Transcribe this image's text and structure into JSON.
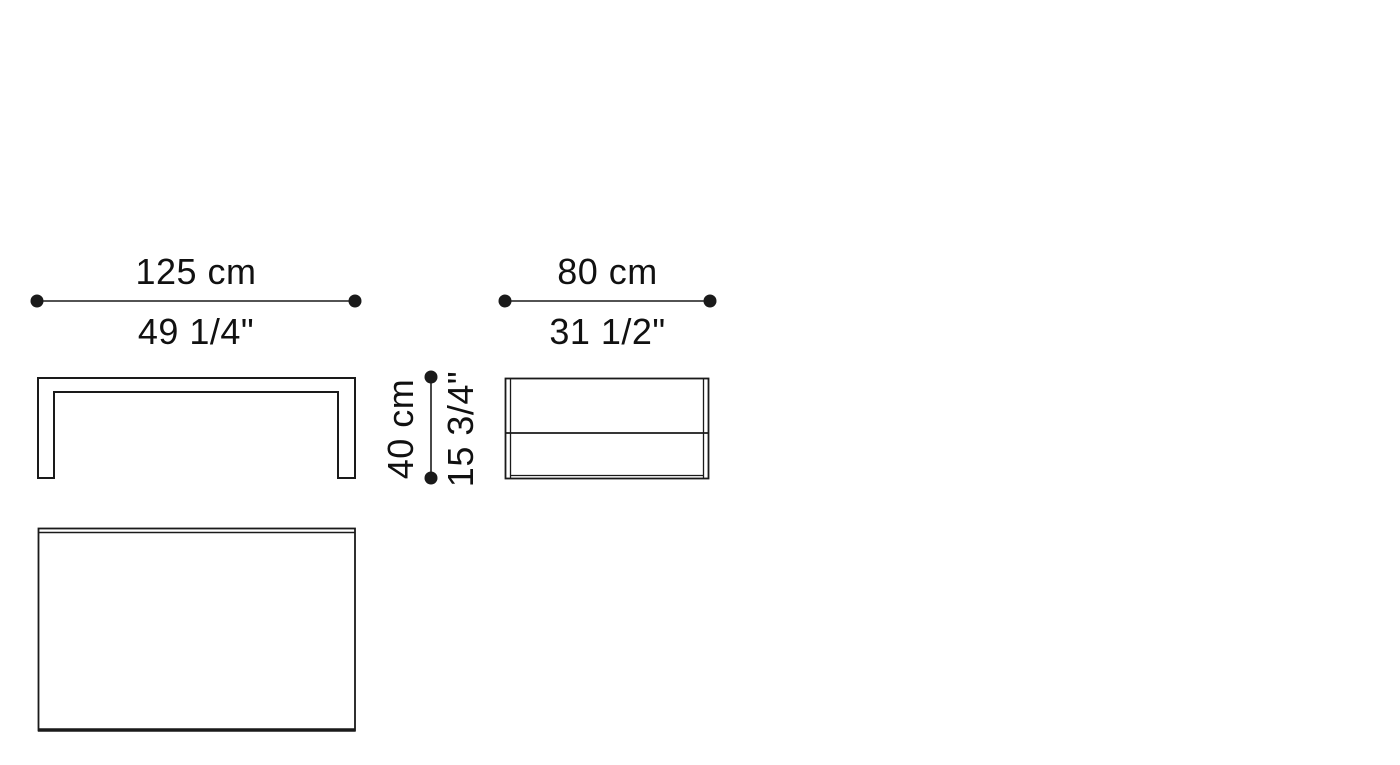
{
  "canvas": {
    "background": "#ffffff",
    "line_color": "#1a1a1a",
    "text_color": "#111111"
  },
  "dimensions": {
    "width": {
      "metric": "125 cm",
      "imperial": "49 1/4\""
    },
    "depth": {
      "metric": "80 cm",
      "imperial": "31 1/2\""
    },
    "height": {
      "metric": "40 cm",
      "imperial": "15 3/4\""
    }
  }
}
